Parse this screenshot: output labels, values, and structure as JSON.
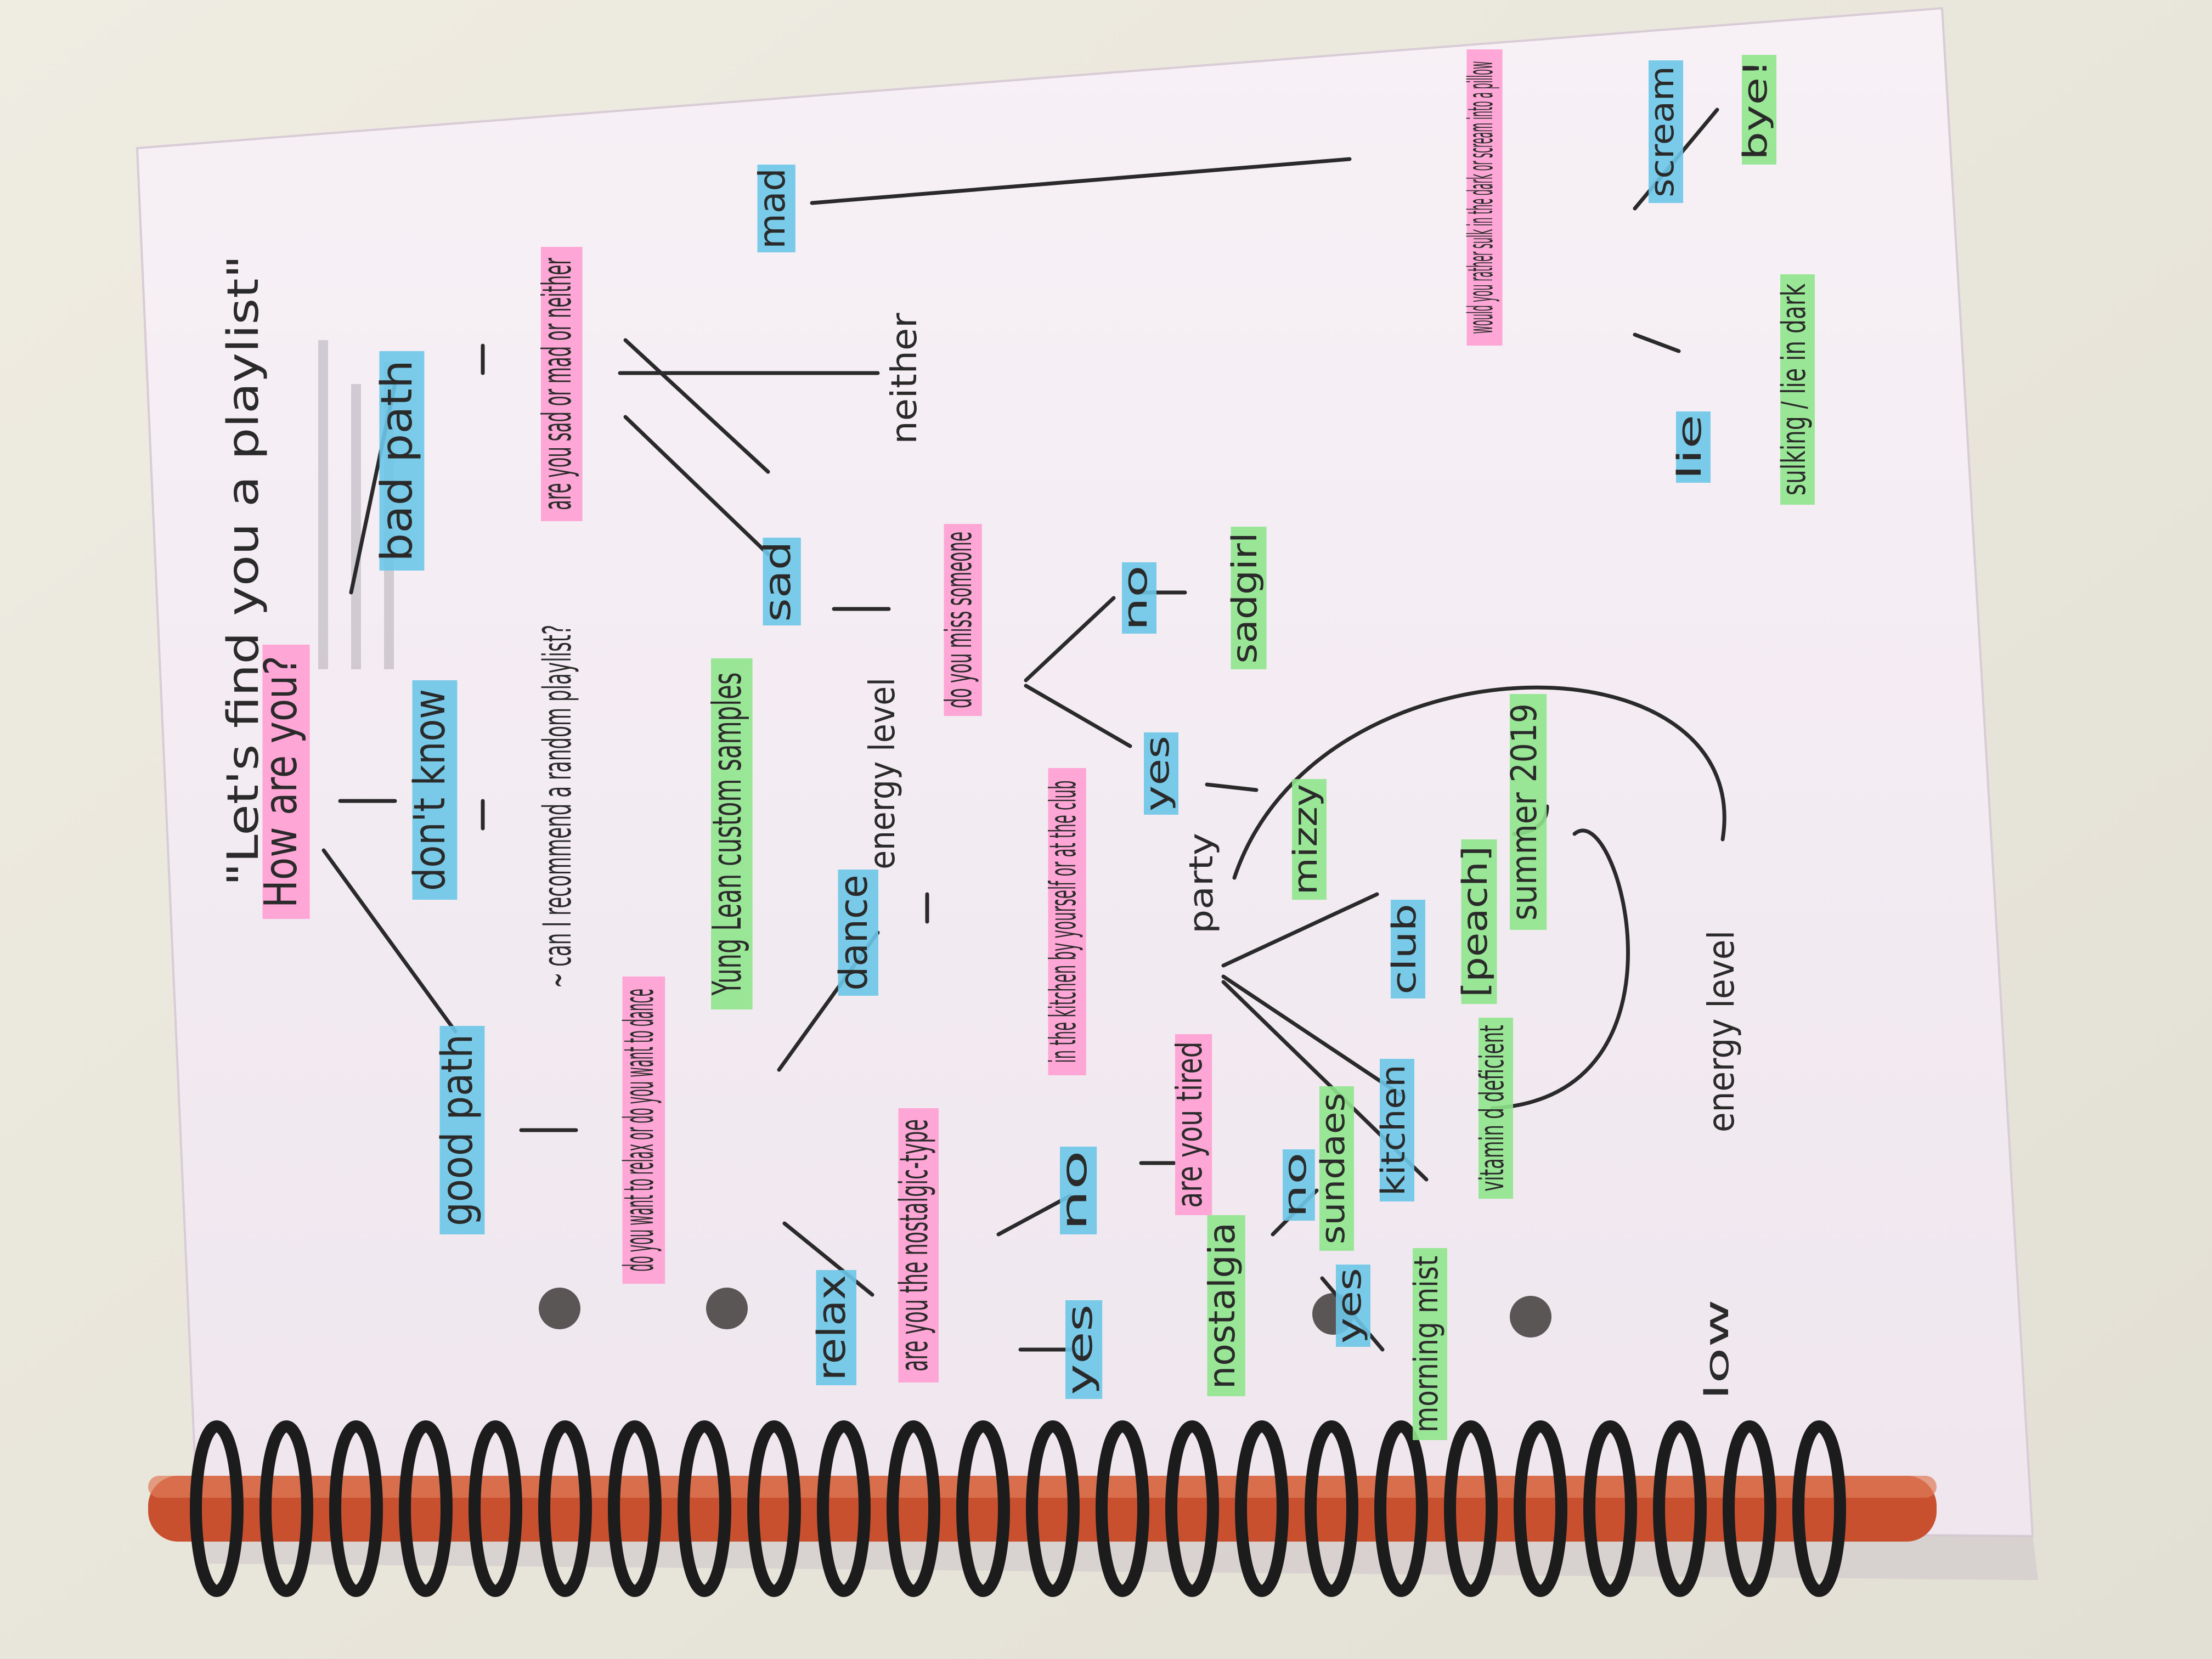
{
  "colors": {
    "pink": "#ff9fd3",
    "blue": "#6cc7e8",
    "green": "#8fe58c",
    "ink": "#2a2a2a",
    "paper": "#f6eef4",
    "desk": "#e9e6dc",
    "coil": "#1c1c1c",
    "pen": "#c8502f"
  },
  "diagram": {
    "title": "\"Let's find you a playlist\"",
    "root": "How are you?",
    "paths": {
      "good": "good path",
      "dont_know": "don't know",
      "bad": "bad path"
    },
    "dont_know_branch": {
      "question": "~ can I recommend a random playlist?",
      "result": "Yung Lean custom samples"
    },
    "good_branch": {
      "question": "do you want to relax or do you want to dance",
      "relax": "relax",
      "dance": "dance",
      "nostalgic_question": "are you the nostalgic-type",
      "yes1": "yes",
      "no1": "no",
      "nostalgia": "nostalgia",
      "tired_question": "are you tired",
      "yes2": "yes",
      "no2": "no",
      "morning_mist": "morning mist",
      "sundaes": "sundaes",
      "energy_level": "energy level",
      "kitchen_or_club": "in the kitchen by yourself or at the club",
      "party": "party",
      "kitchen": "kitchen",
      "club": "club",
      "vitamin": "vitamin d deficient",
      "peach": "[peach]",
      "summer": "summer 2019",
      "energy_note": "energy level",
      "low": "low"
    },
    "bad_branch": {
      "question": "are you sad or mad or neither",
      "sad": "sad",
      "mad": "mad",
      "neither": "neither",
      "miss_question": "do you miss someone",
      "yes": "yes",
      "no": "no",
      "sadgirl": "sadgirl",
      "mizzy": "mizzy",
      "mad_question": "would you rather sulk in the dark or scream into a pillow",
      "lie": "lie",
      "scream": "scream",
      "sulking": "sulking / lie in dark",
      "bye": "bye!"
    }
  }
}
